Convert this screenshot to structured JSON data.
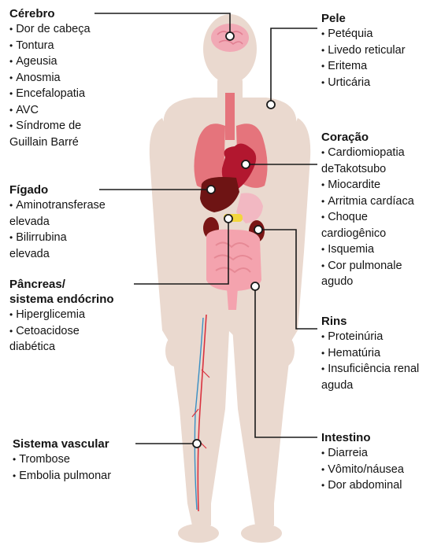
{
  "colors": {
    "body": "#ead9cf",
    "body_outline": "#e2cdc1",
    "brain": "#f1a9b5",
    "brain_dark": "#e27f92",
    "lung": "#e5747c",
    "lung_dark": "#cf4f57",
    "heart": "#b2172f",
    "liver": "#6e1414",
    "kidney": "#7a1515",
    "stomach": "#f2b8c2",
    "intestine": "#f4a3ae",
    "intestine_dark": "#e68995",
    "pancreas": "#f3d63e",
    "vein_red": "#d9323f",
    "vein_blue": "#3a8fc4",
    "leader_line": "#1a1a1a"
  },
  "groups": {
    "cerebro": {
      "title": "Cérebro",
      "items": [
        "Dor de cabeça",
        "Tontura",
        "Ageusia",
        "Anosmia",
        "Encefalopatia",
        "AVC",
        "Síndrome de\nGuillain Barré"
      ]
    },
    "pele": {
      "title": "Pele",
      "items": [
        "Petéquia",
        "Livedo reticular",
        "Eritema",
        "Urticária"
      ]
    },
    "coracao": {
      "title": "Coração",
      "items": [
        "Cardiomiopatia\ndeTakotsubo",
        "Miocardite",
        "Arritmia cardíaca",
        "Choque\ncardiogênico",
        "Isquemia",
        "Cor pulmonale\nagudo"
      ]
    },
    "figado": {
      "title": "Fígado",
      "items": [
        "Aminotransferase\nelevada",
        "Bilirrubina\nelevada"
      ]
    },
    "pancreas": {
      "title": "Pâncreas/\nsistema endócrino",
      "items": [
        "Hiperglicemia",
        "Cetoacidose\ndiabética"
      ]
    },
    "rins": {
      "title": "Rins",
      "items": [
        "Proteinúria",
        "Hematúria",
        "Insuficiência renal\naguda"
      ]
    },
    "vascular": {
      "title": "Sistema vascular",
      "items": [
        "Trombose",
        "Embolia pulmonar"
      ]
    },
    "intestino": {
      "title": "Intestino",
      "items": [
        "Diarreia",
        "Vômito/náusea",
        "Dor abdominal"
      ]
    }
  }
}
